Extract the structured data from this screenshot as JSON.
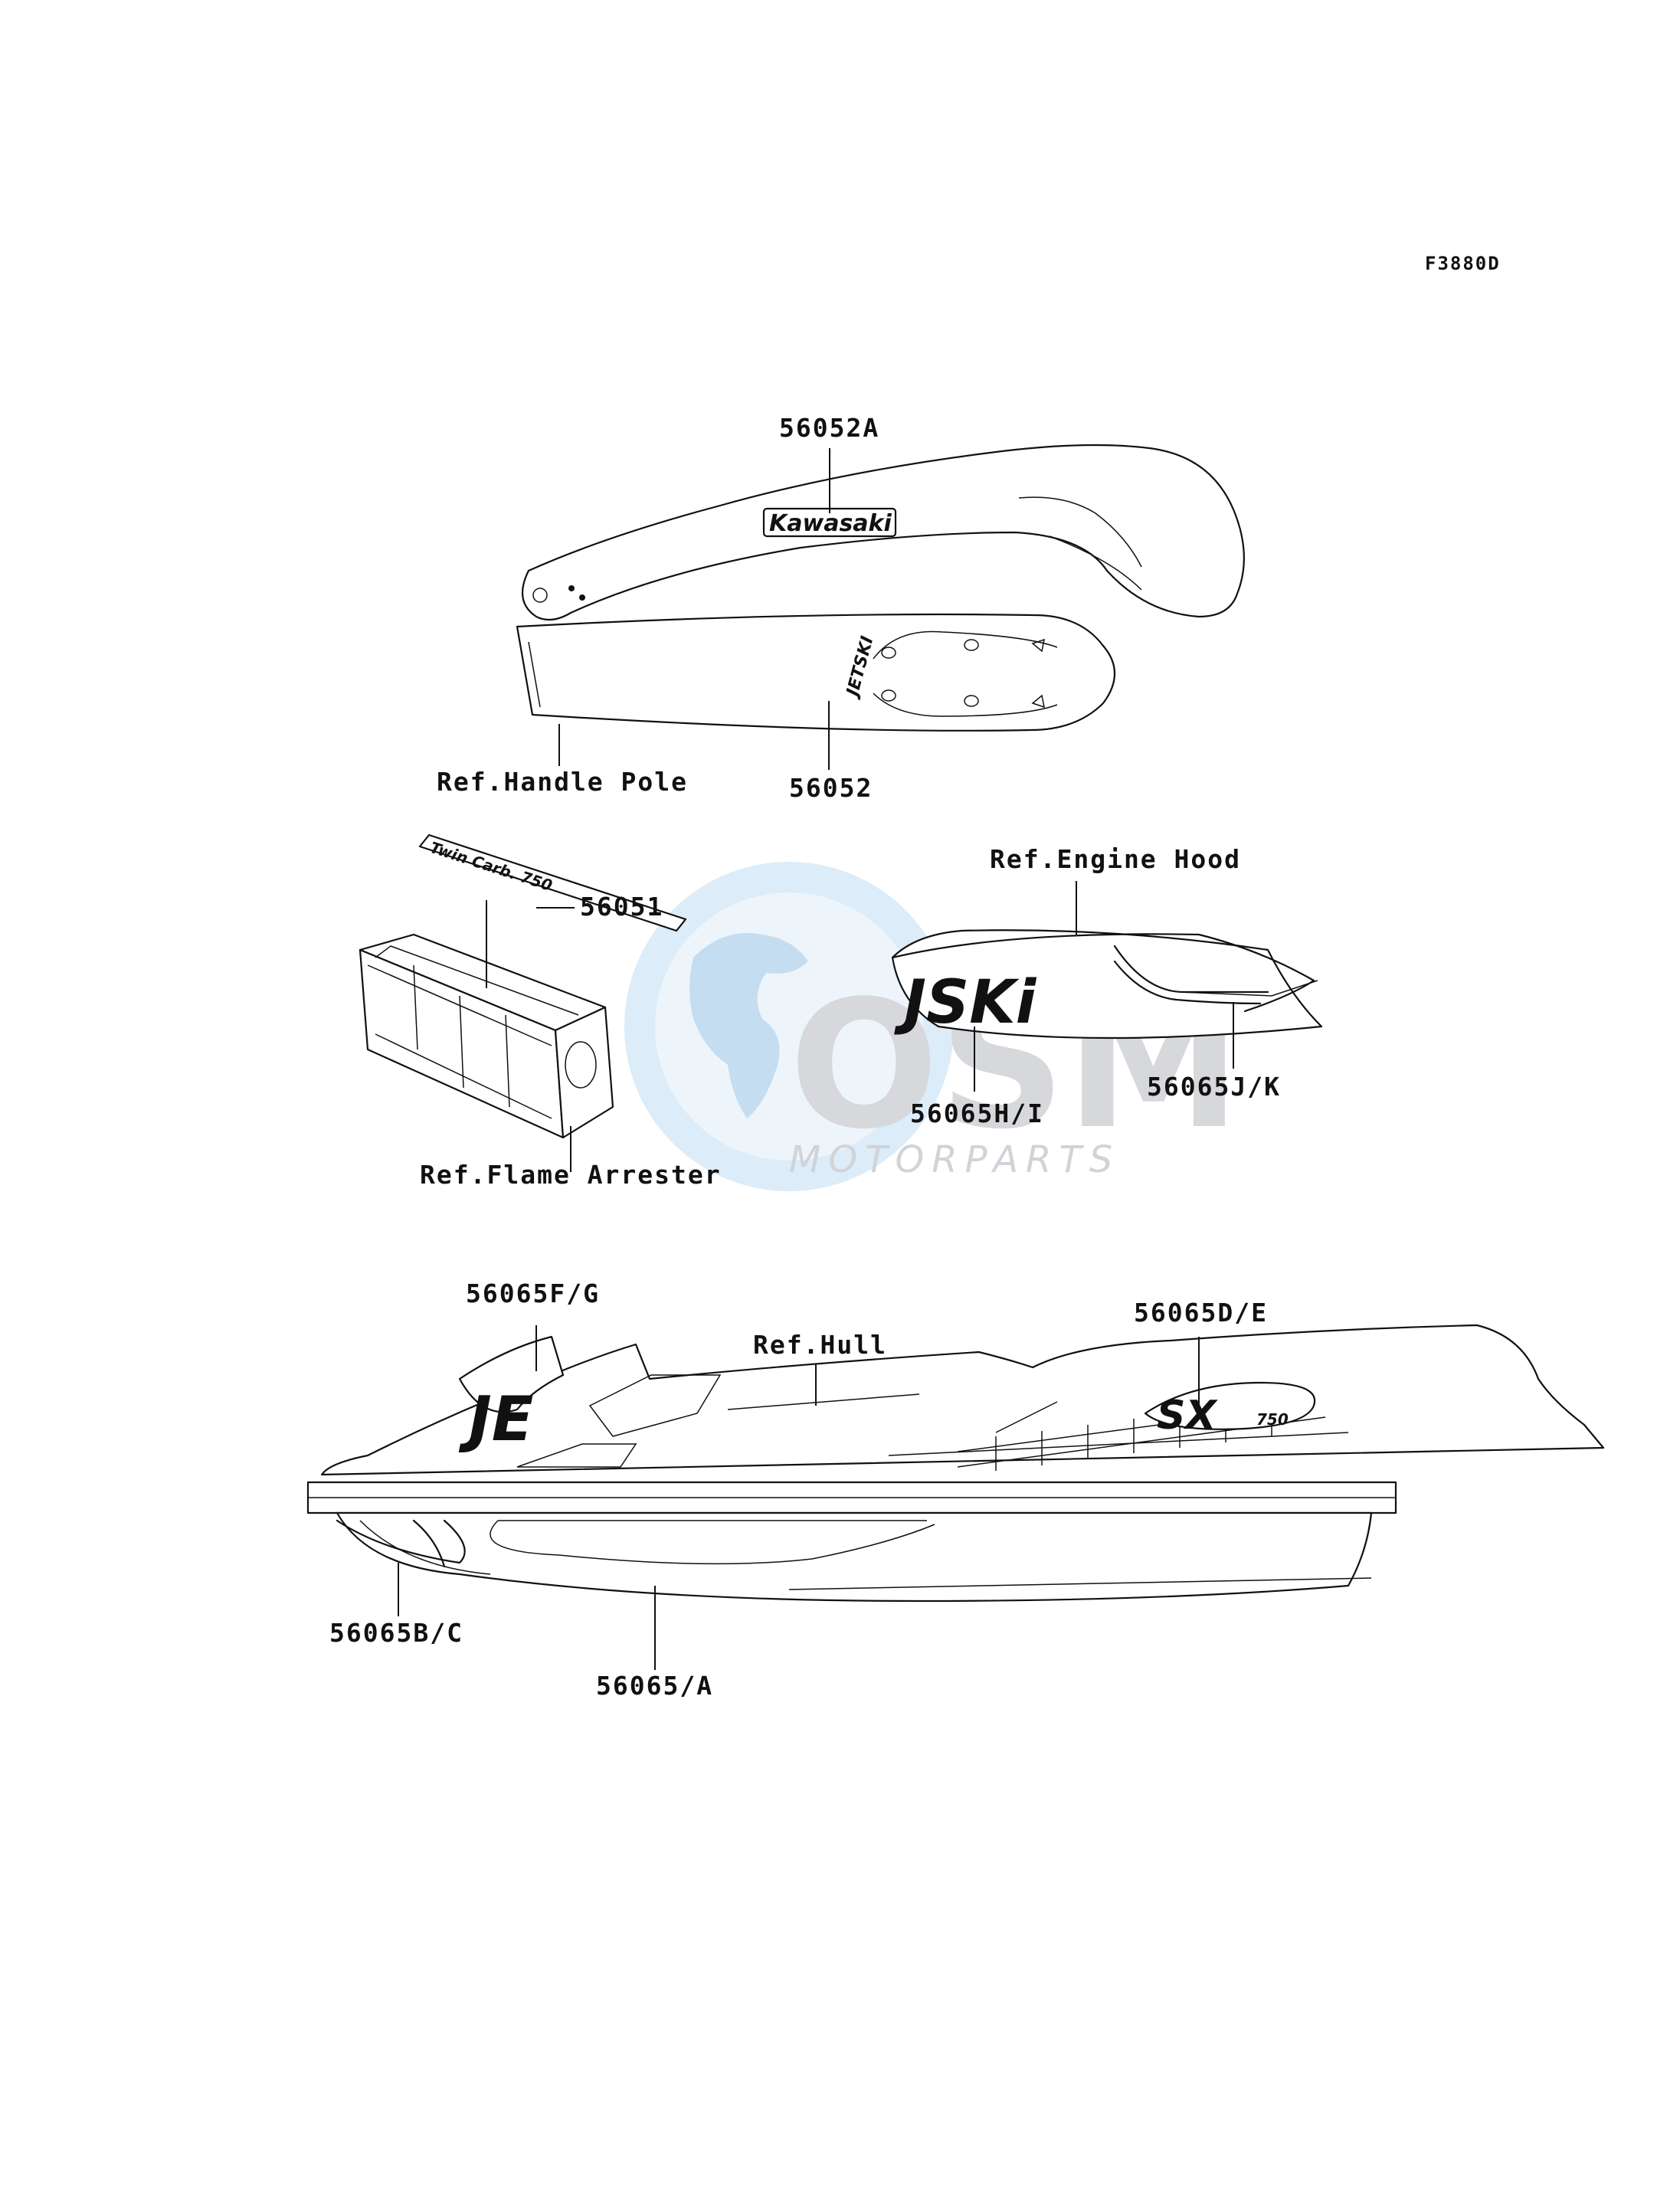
{
  "figure_code": "F3880D",
  "labels": {
    "p56052A": "56052A",
    "p56052": "56052",
    "handle_pole": "Ref.Handle Pole",
    "p56051": "56051",
    "engine_hood": "Ref.Engine Hood",
    "p56065JK": "56065J/K",
    "p56065HI": "56065H/I",
    "flame_arrester": "Ref.Flame Arrester",
    "p56065FG": "56065F/G",
    "hull": "Ref.Hull",
    "p56065DE": "56065D/E",
    "p56065BC": "56065B/C",
    "p56065A": "56065/A"
  },
  "decals": {
    "kawasaki": "Kawasaki",
    "twin_carb": "Twin Carb. 750",
    "jetski_hood": "JSKi",
    "jet_bow": "JE",
    "sx": "SX",
    "sx_sub": "750"
  },
  "watermark": {
    "brand": "OSM",
    "sub": "MOTORPARTS"
  },
  "colors": {
    "line": "#111111",
    "watermark_globe": "#cde3f5",
    "watermark_text": "#cfd2d6"
  }
}
